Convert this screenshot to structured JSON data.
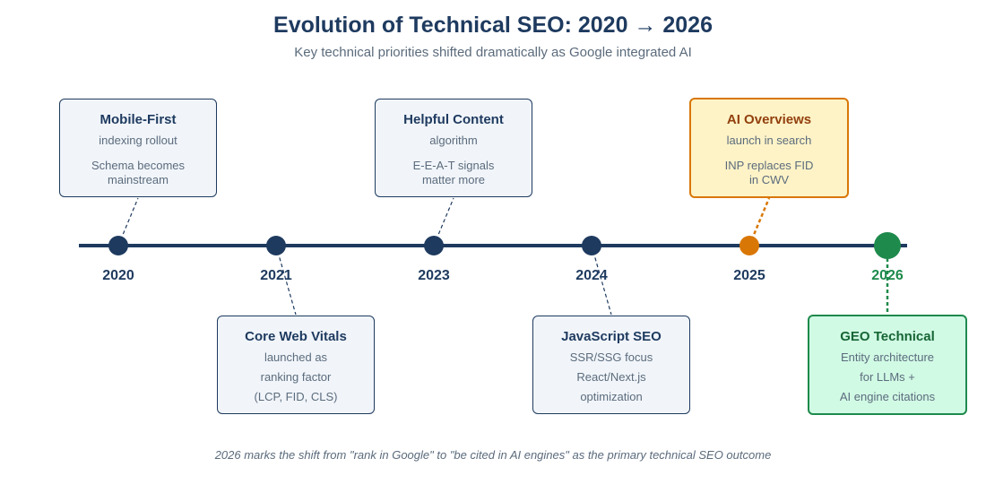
{
  "header": {
    "title": "Evolution of Technical SEO: 2020 → 2026",
    "subtitle": "Key technical priorities shifted dramatically as Google integrated AI"
  },
  "colors": {
    "navy": "#1e3a5f",
    "orange": "#d97706",
    "green": "#1e8a4c",
    "card_fill": "#f1f5fa",
    "orange_fill": "#fef3c7",
    "green_fill": "#d1fae5",
    "muted_text": "#5b6b7c"
  },
  "timeline": {
    "years": [
      {
        "label": "2020",
        "style": "default"
      },
      {
        "label": "2021",
        "style": "default"
      },
      {
        "label": "2023",
        "style": "default"
      },
      {
        "label": "2024",
        "style": "default"
      },
      {
        "label": "2025",
        "style": "orange"
      },
      {
        "label": "2026",
        "style": "green"
      }
    ]
  },
  "milestones": [
    {
      "year": "2020",
      "position": "above",
      "style": "default",
      "title": "Mobile-First",
      "lines": [
        "indexing rollout",
        "Schema becomes",
        "mainstream"
      ]
    },
    {
      "year": "2021",
      "position": "below",
      "style": "default",
      "title": "Core Web Vitals",
      "lines": [
        "launched as",
        "ranking factor",
        "(LCP, FID, CLS)"
      ]
    },
    {
      "year": "2023",
      "position": "above",
      "style": "default",
      "title": "Helpful Content",
      "lines": [
        "algorithm",
        "E-E-A-T signals",
        "matter more"
      ]
    },
    {
      "year": "2024",
      "position": "below",
      "style": "default",
      "title": "JavaScript SEO",
      "lines": [
        "SSR/SSG focus",
        "React/Next.js",
        "optimization"
      ]
    },
    {
      "year": "2025",
      "position": "above",
      "style": "orange",
      "title": "AI Overviews",
      "lines": [
        "launch in search",
        "INP replaces FID",
        "in CWV"
      ]
    },
    {
      "year": "2026",
      "position": "below",
      "style": "green",
      "title": "GEO Technical",
      "lines": [
        "Entity architecture",
        "for LLMs +",
        "AI engine citations"
      ]
    }
  ],
  "footer": {
    "note": "2026 marks the shift from \"rank in Google\" to \"be cited in AI engines\" as the primary technical SEO outcome"
  }
}
